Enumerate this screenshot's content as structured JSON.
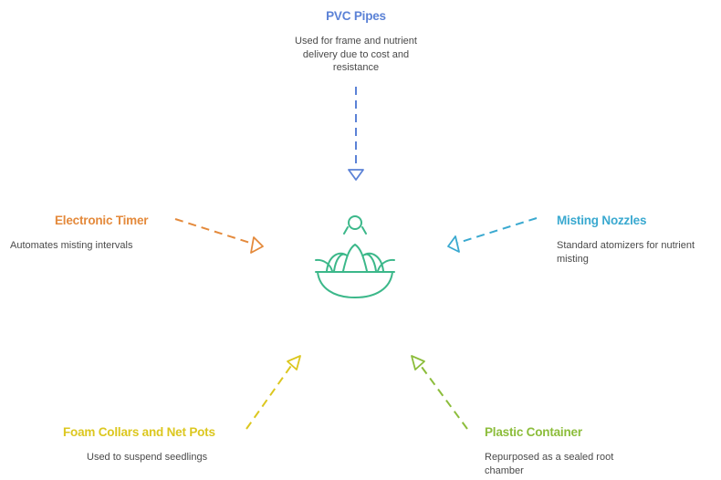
{
  "colors": {
    "pvc": "#5b82d6",
    "timer": "#e48a3c",
    "nozzles": "#3aa9d0",
    "collars": "#dcc71f",
    "container": "#8cbd3b",
    "center_icon": "#3cb88a"
  },
  "center": {
    "icon": "plant-bowl-icon"
  },
  "nodes": {
    "pvc_pipes": {
      "title": "PVC Pipes",
      "desc_lines": [
        "Used for frame and nutrient",
        "delivery due to cost and",
        "resistance"
      ]
    },
    "electronic_timer": {
      "title": "Electronic Timer",
      "desc_lines": [
        "Automates misting intervals"
      ]
    },
    "misting_nozzles": {
      "title": "Misting Nozzles",
      "desc_lines": [
        "Standard atomizers for nutrient",
        "misting"
      ]
    },
    "foam_collars": {
      "title": "Foam Collars and Net Pots",
      "desc_lines": [
        "Used to suspend seedlings"
      ]
    },
    "plastic_container": {
      "title": "Plastic Container",
      "desc_lines": [
        "Repurposed as a sealed root",
        "chamber"
      ]
    }
  }
}
